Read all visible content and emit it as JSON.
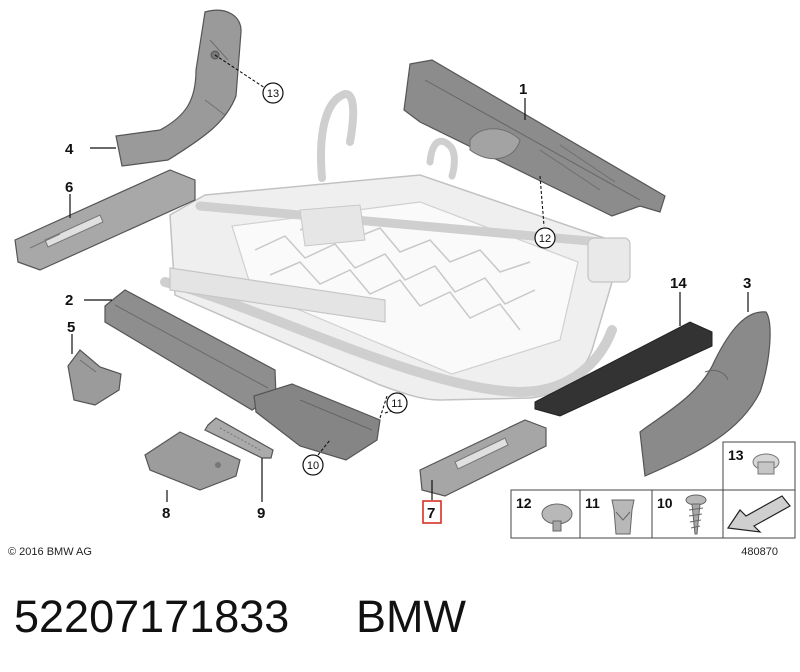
{
  "callouts": {
    "part_1": "1",
    "part_2": "2",
    "part_3": "3",
    "part_4": "4",
    "part_5": "5",
    "part_6": "6",
    "part_7": "7",
    "part_8": "8",
    "part_9": "9",
    "part_14": "14"
  },
  "circled_callouts": {
    "screw_10": "10",
    "clip_11": "11",
    "rivet_12": "12",
    "plug_13": "13"
  },
  "legend": {
    "rivet_12": "12",
    "clip_11": "11",
    "screw_10": "10",
    "plug_13": "13"
  },
  "copyright": "© 2016 BMW AG",
  "diagram_reference": "480870",
  "part_number": "52207171833",
  "brand": "BMW",
  "colors": {
    "highlight": "#d93025",
    "part_dark": "#333333",
    "part_mid": "#8c8c8c"
  }
}
